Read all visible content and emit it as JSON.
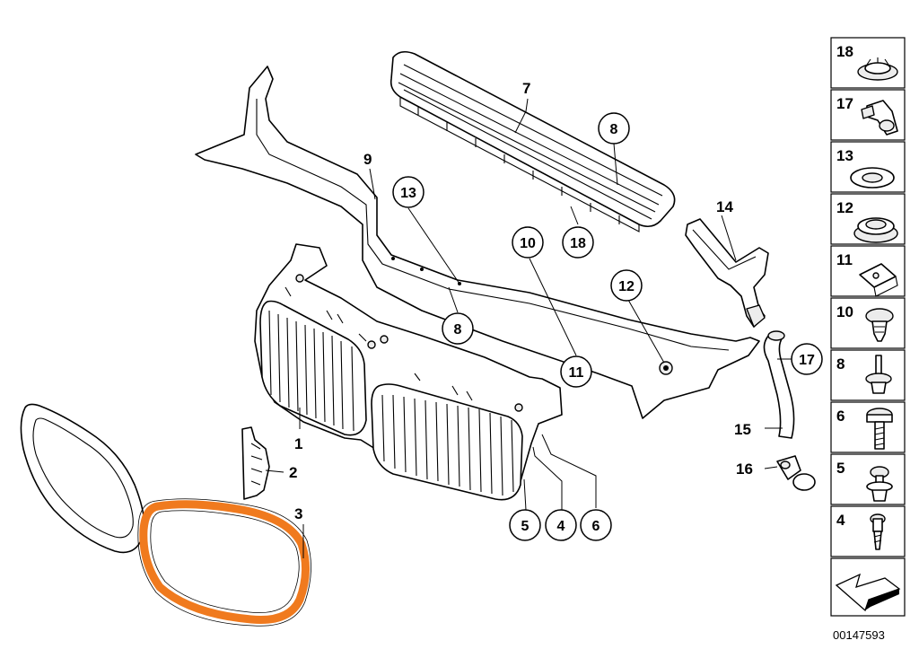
{
  "diagram_id": "00147593",
  "highlight_color": "#f07a1e",
  "labels": {
    "p1": "1",
    "p2": "2",
    "p3": "3",
    "p7": "7",
    "p9": "9",
    "p14": "14",
    "p15": "15",
    "p16": "16"
  },
  "circled": {
    "c13": "13",
    "c8a": "8",
    "c18": "18",
    "c10": "10",
    "c8b": "8",
    "c12": "12",
    "c11": "11",
    "c17": "17",
    "c5": "5",
    "c4": "4",
    "c6": "6"
  },
  "side_panel": {
    "items": [
      "18",
      "17",
      "13",
      "12",
      "11",
      "10",
      "8",
      "6",
      "5",
      "4"
    ],
    "icons": [
      "clip-icon",
      "clamp-icon",
      "washer-icon",
      "grommet-icon",
      "bracket-clip-icon",
      "push-rivet-icon",
      "screw-rivet-icon",
      "bolt-icon",
      "expansion-rivet-icon",
      "screw-icon"
    ],
    "footer_icon": "arrow-down-left-icon"
  }
}
